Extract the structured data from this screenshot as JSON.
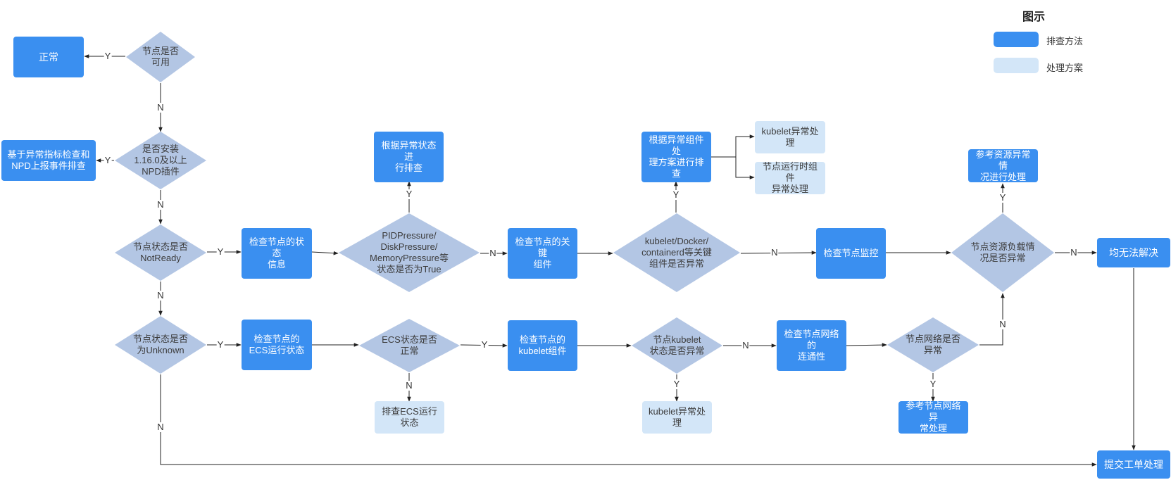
{
  "colors": {
    "method": "#3a8ff0",
    "solution": "#d3e6f8",
    "decision": "#b3c6e4",
    "line": "#222222"
  },
  "legend": {
    "title": "图示",
    "items": [
      {
        "label": "排查方法",
        "color": "#3a8ff0"
      },
      {
        "label": "处理方案",
        "color": "#d3e6f8"
      }
    ]
  },
  "nodes": {
    "normal": "正常",
    "d_available": "节点是否\n可用",
    "d_npd": "是否安装\n1.16.0及以上\nNPD插件",
    "npd_check": "基于异常指标检查和\nNPD上报事件排查",
    "d_notready": "节点状态是否\nNotReady",
    "check_status": "检查节点的状态\n信息",
    "d_pressure": "PIDPressure/\nDiskPressure/\nMemoryPressure等\n状态是否为True",
    "by_status": "根据异常状态进\n行排查",
    "check_components": "检查节点的关键\n组件",
    "d_components": "kubelet/Docker/\ncontainerd等关键\n组件是否异常",
    "by_component": "根据异常组件处\n理方案进行排查",
    "kubelet_fix_1": "kubelet异常处\n理",
    "runtime_fix": "节点运行时组件\n异常处理",
    "check_monitor": "检查节点监控",
    "d_resource": "节点资源负载情\n况是否异常",
    "resource_fix": "参考资源异常情\n况进行处理",
    "unresolved": "均无法解决",
    "d_unknown": "节点状态是否\n为Unknown",
    "check_ecs": "检查节点的\nECS运行状态",
    "d_ecs": "ECS状态是否\n正常",
    "ecs_fix": "排查ECS运行\n状态",
    "check_kubelet": "检查节点的\nkubelet组件",
    "d_kubelet": "节点kubelet\n状态是否异常",
    "kubelet_fix_2": "kubelet异常处\n理",
    "check_network": "检查节点网络的\n连通性",
    "d_network": "节点网络是否\n异常",
    "network_fix": "参考节点网络异\n常处理",
    "ticket": "提交工单处理"
  },
  "edge_labels": {
    "available_normal": "Y",
    "available_npd": "N",
    "npd_check": "Y",
    "npd_notready": "N",
    "notready_status": "Y",
    "notready_unknown": "N",
    "pressure_status": "Y",
    "pressure_components": "N",
    "components_by": "Y",
    "components_monitor": "N",
    "resource_fix": "Y",
    "resource_unresolved": "N",
    "unknown_ecs": "Y",
    "unknown_ticket": "N",
    "ecs_kubelet": "Y",
    "ecs_fix": "N",
    "kubelet_fix": "Y",
    "kubelet_network": "N",
    "network_fix": "Y",
    "network_resource": "N"
  }
}
